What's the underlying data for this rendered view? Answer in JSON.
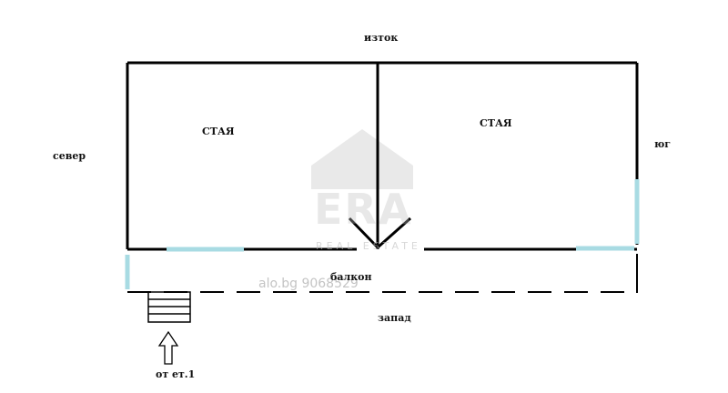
{
  "directions": {
    "east": "изток",
    "north": "север",
    "south": "юг",
    "west": "запад"
  },
  "rooms": [
    {
      "label": "СТАЯ"
    },
    {
      "label": "СТАЯ"
    }
  ],
  "balcony_label": "балкон",
  "stairs_label": "от ет.1",
  "watermark": {
    "logo_text": "ERA",
    "logo_subtext": "REAL ESTATE",
    "listing_id": "alo.bg 9068529"
  },
  "colors": {
    "wall": "#000000",
    "window": "#a8dbe3",
    "watermark": "#c8c8c8"
  },
  "icons": [
    "up-arrow-icon",
    "stairs-icon",
    "door-swing-icon"
  ]
}
